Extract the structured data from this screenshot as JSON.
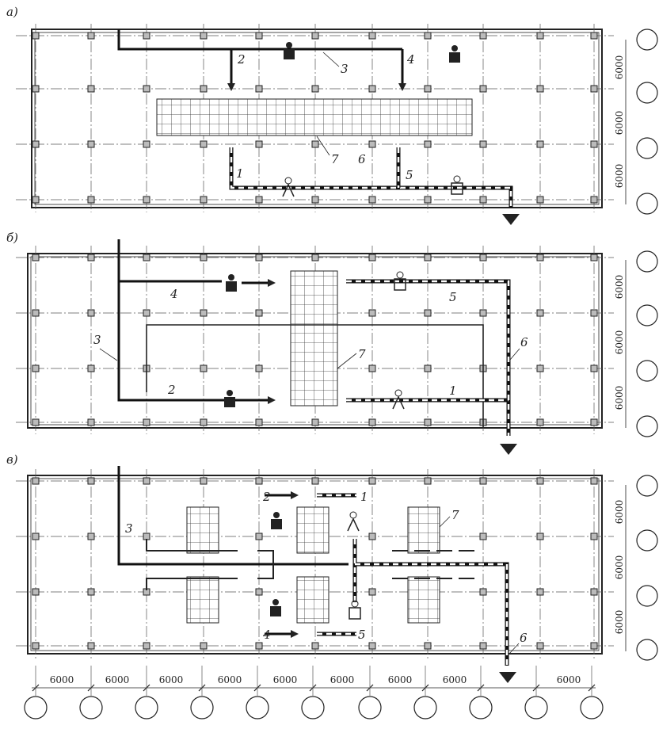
{
  "panels": [
    {
      "key": "a",
      "letter": "а)",
      "callouts": [
        "2",
        "3",
        "4",
        "7",
        "6",
        "1",
        "5"
      ],
      "dims": [
        "6000",
        "6000",
        "6000"
      ]
    },
    {
      "key": "b",
      "letter": "б)",
      "callouts": [
        "4",
        "3",
        "2",
        "7",
        "5",
        "6",
        "1"
      ],
      "dims": [
        "6000",
        "6000",
        "6000"
      ]
    },
    {
      "key": "c",
      "letter": "в)",
      "callouts": [
        "3",
        "2",
        "1",
        "7",
        "4",
        "5",
        "6"
      ],
      "dims": [
        "6000",
        "6000",
        "6000"
      ]
    }
  ],
  "bottom_dims": [
    "6000",
    "6000",
    "6000",
    "6000",
    "6000",
    "6000",
    "6000",
    "6000",
    "6000"
  ],
  "colors": {
    "ink": "#222222",
    "hatch_fill": "#ffffff",
    "column_fill": "#bbbbbb"
  }
}
